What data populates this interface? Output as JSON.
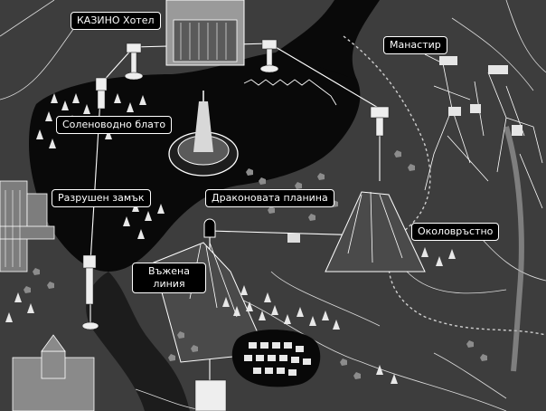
{
  "map": {
    "labels": {
      "casino_hotel": "КАЗИНО Хотел",
      "monastery": "Манастир",
      "salt_marsh": "Соленоводно блато",
      "ruined_castle": "Разрушен замък",
      "dragon_mountain": "Драконовата планина",
      "ring_road": "Околовръстно",
      "rope_line_1": "Въжена",
      "rope_line_2": "линия"
    },
    "icons": [
      "tower-icon",
      "castle-icon",
      "casino-building-icon",
      "monastery-icon",
      "tree-icon",
      "rock-icon",
      "gondola-icon",
      "tent-icon",
      "mountain-icon",
      "city-block-icon"
    ],
    "colors": {
      "ground": "#3a3a3a",
      "water": "#0a0a0a",
      "label_bg": "#000000",
      "label_text": "#ffffff",
      "line": "#ffffff"
    }
  }
}
